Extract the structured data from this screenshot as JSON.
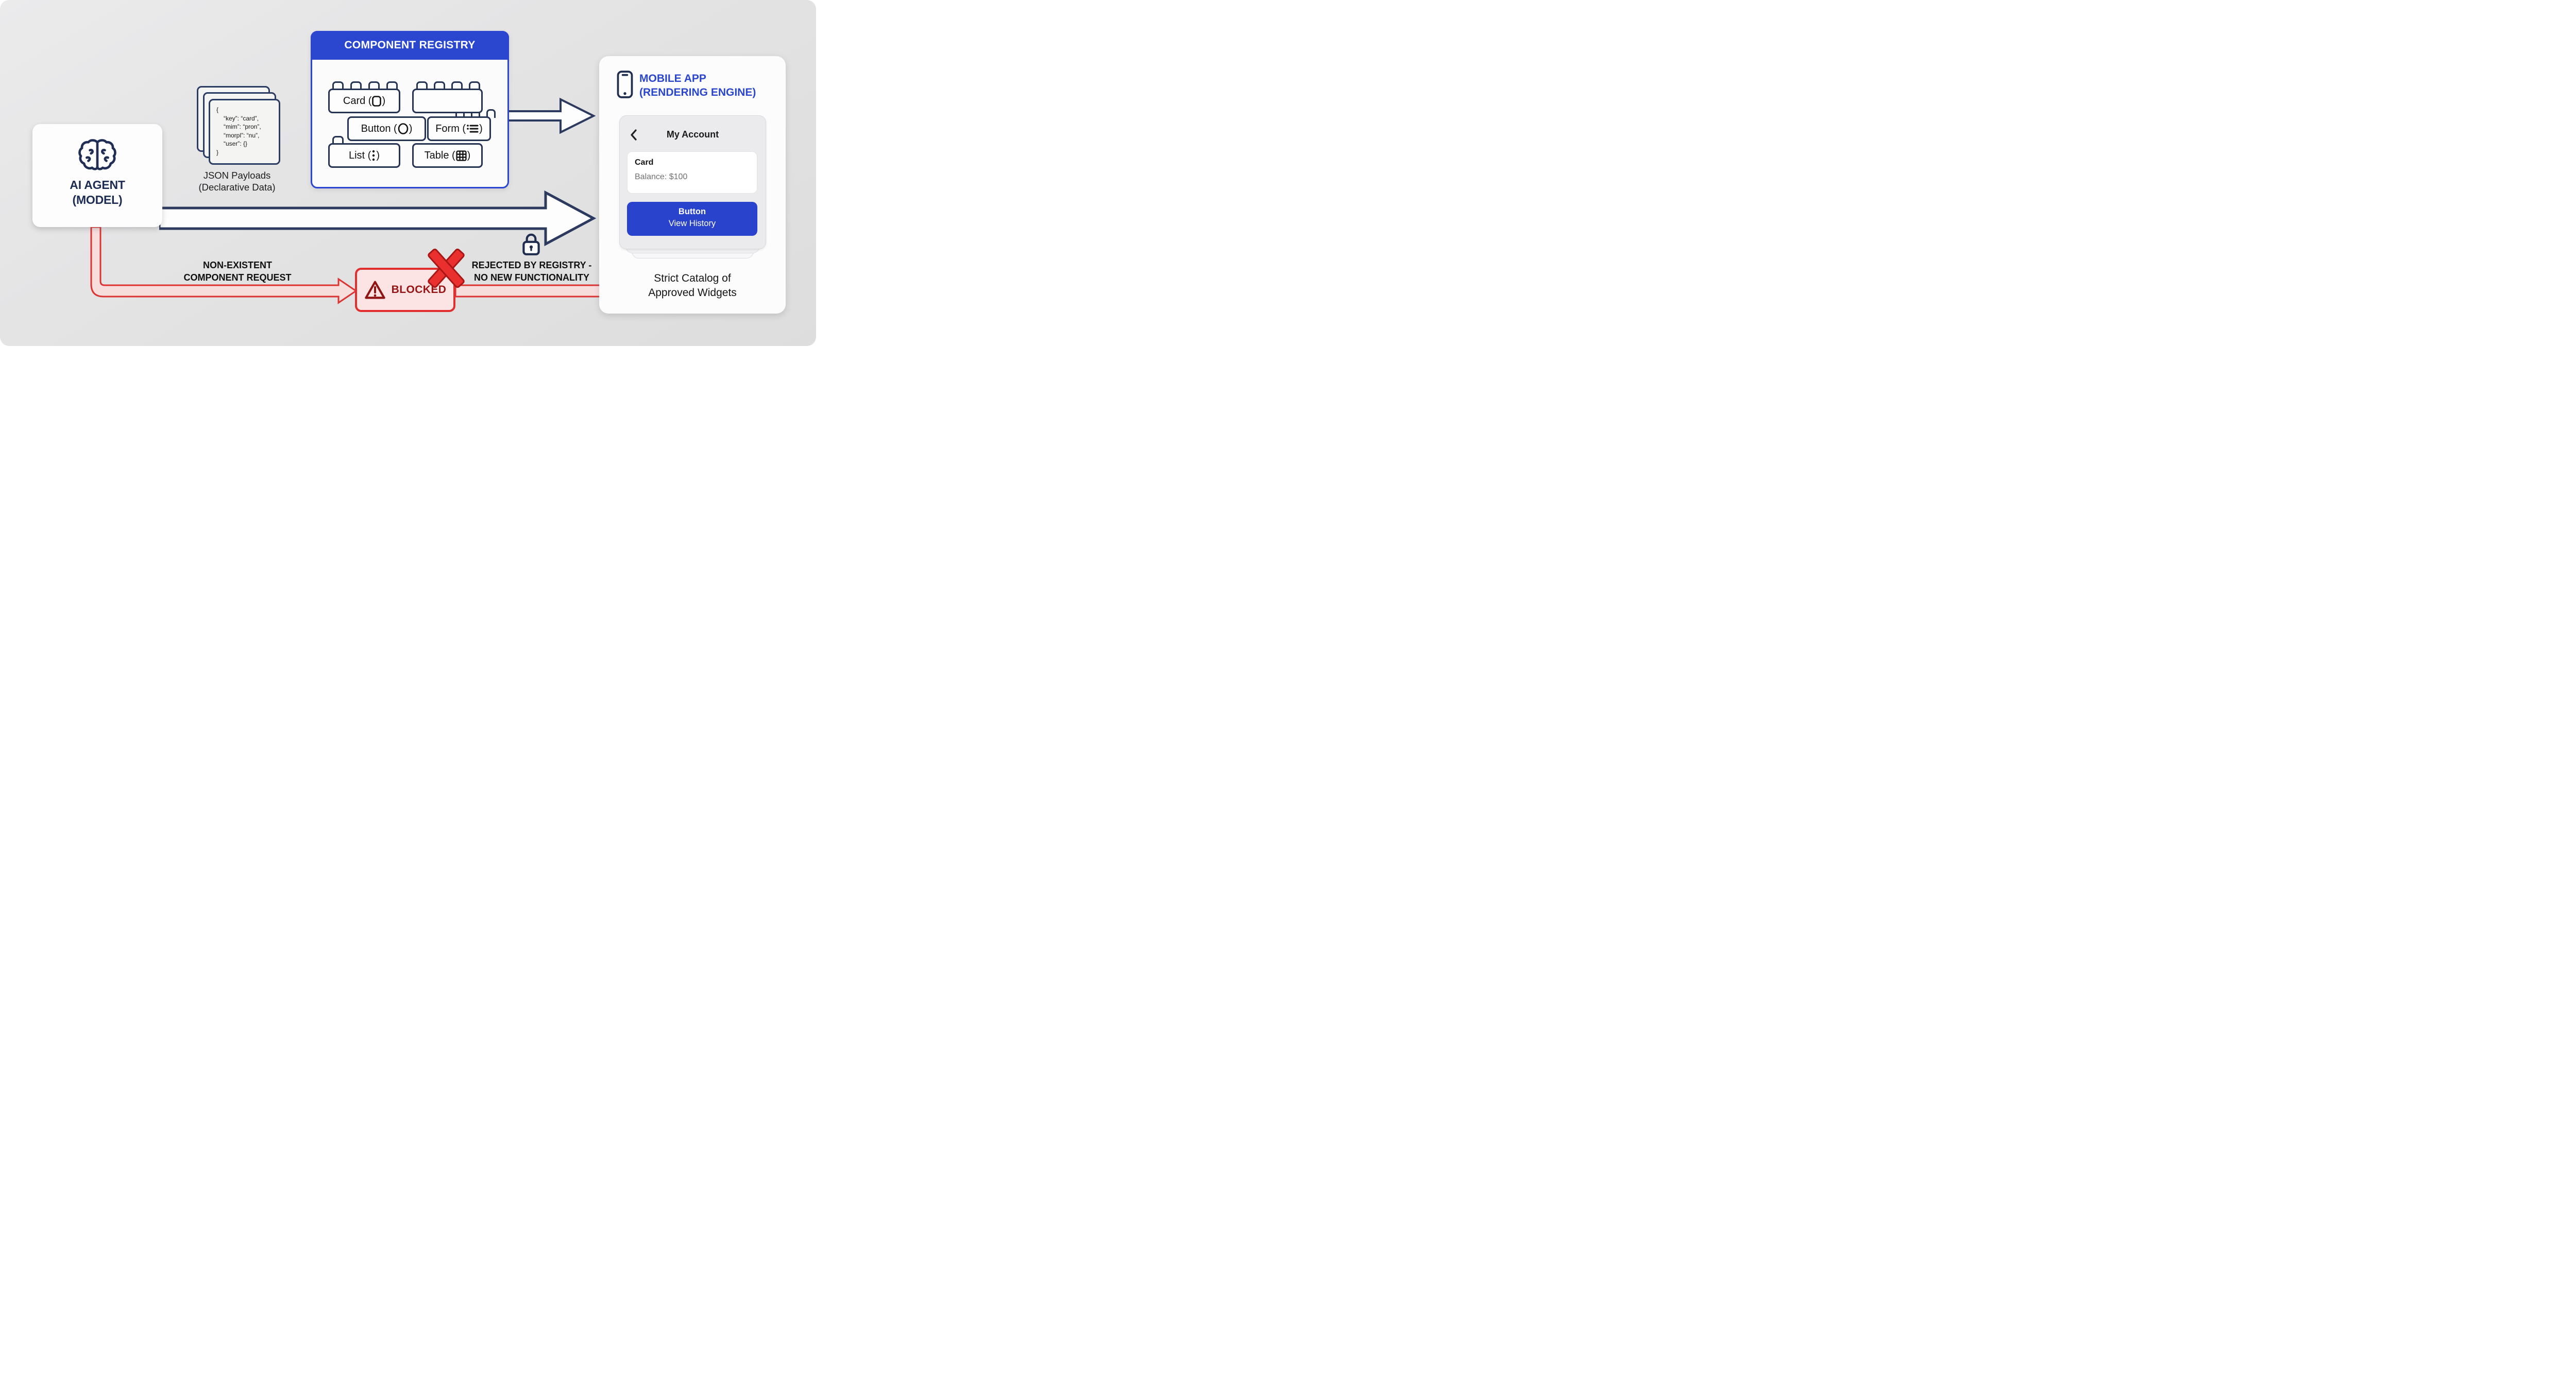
{
  "ai_agent": {
    "line1": "AI AGENT",
    "line2": "(MODEL)"
  },
  "json_payloads": {
    "code_lines": [
      "{",
      "“key”: “card”,",
      "“mim”: “pron”,",
      "“morpl”: “nu”,",
      "“user”: {}",
      "}"
    ],
    "caption1": "JSON Payloads",
    "caption2": "(Declarative Data)"
  },
  "registry": {
    "title": "COMPONENT REGISTRY",
    "bricks": {
      "card": {
        "pre": "Card (",
        "post": ")"
      },
      "blank": {
        "pre": "",
        "post": ""
      },
      "button": {
        "pre": "Button (",
        "post": ")"
      },
      "form": {
        "pre": "Form (",
        "post": ")"
      },
      "list": {
        "pre": "List ( ",
        "post": " )"
      },
      "table": {
        "pre": "Table (",
        "post": ")"
      }
    }
  },
  "mobile_app": {
    "title1": "MOBILE APP",
    "title2": "(RENDERING ENGINE)",
    "screen": {
      "header": "My Account",
      "card_title": "Card",
      "card_subtitle": "Balance: $100",
      "button_line1": "Button",
      "button_line2": "View History"
    },
    "caption1": "Strict Catalog of",
    "caption2": "Approved Widgets"
  },
  "flow": {
    "request1": "NON-EXISTENT",
    "request2": "COMPONENT REQUEST",
    "blocked": "BLOCKED",
    "rejected1": "REJECTED BY REGISTRY -",
    "rejected2": "NO NEW FUNCTIONALITY"
  },
  "colors": {
    "accent_blue": "#2b47d0",
    "navy": "#253455",
    "red": "#e12f2f",
    "dark_red": "#981414",
    "pink_fill": "#f8dddd",
    "background": "#e4e4e5"
  }
}
